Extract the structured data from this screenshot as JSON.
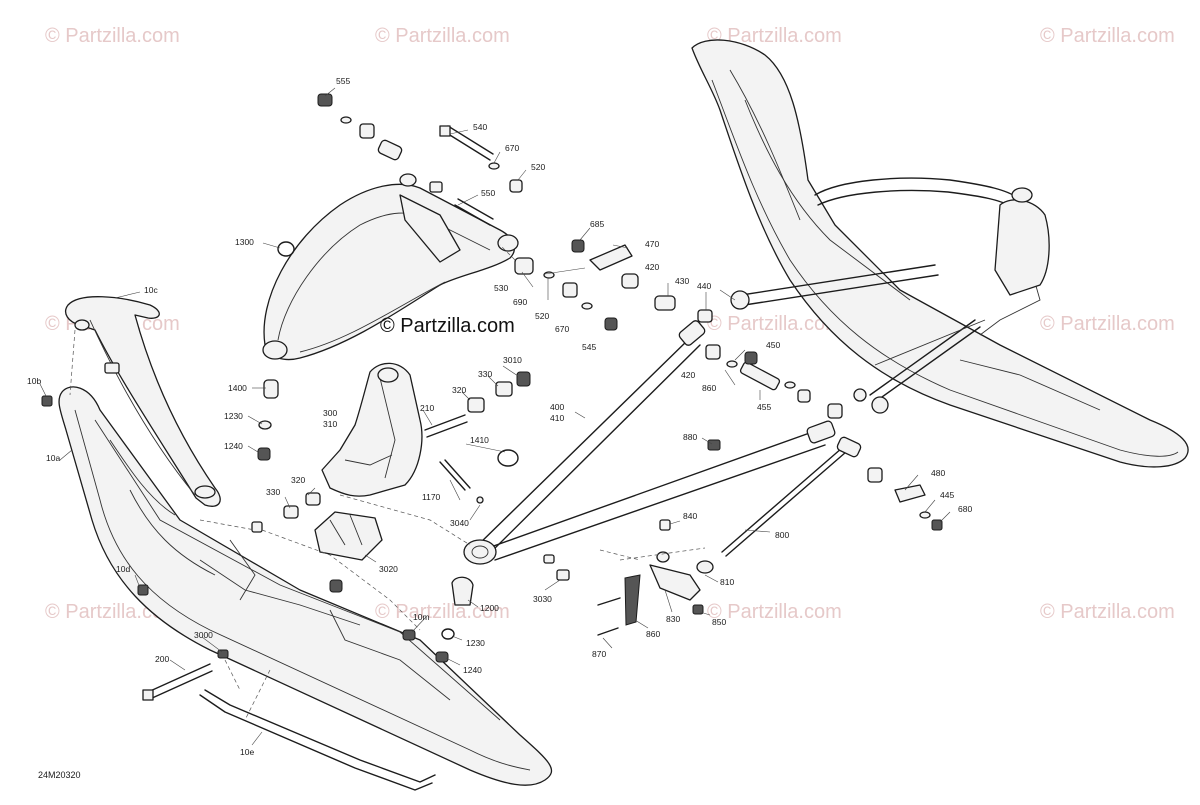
{
  "watermark": "© Partzilla.com",
  "diagram_code": "24M20320",
  "labels": [
    {
      "text": "555"
    },
    {
      "text": "540"
    },
    {
      "text": "670"
    },
    {
      "text": "520"
    },
    {
      "text": "550"
    },
    {
      "text": "1300"
    },
    {
      "text": "685"
    },
    {
      "text": "470"
    },
    {
      "text": "420"
    },
    {
      "text": "430"
    },
    {
      "text": "530"
    },
    {
      "text": "690"
    },
    {
      "text": "520"
    },
    {
      "text": "670"
    },
    {
      "text": "545"
    },
    {
      "text": "440"
    },
    {
      "text": "10c"
    },
    {
      "text": "10b"
    },
    {
      "text": "10a"
    },
    {
      "text": "1400"
    },
    {
      "text": "1230"
    },
    {
      "text": "1240"
    },
    {
      "text": "300"
    },
    {
      "text": "310"
    },
    {
      "text": "3010"
    },
    {
      "text": "330"
    },
    {
      "text": "320"
    },
    {
      "text": "210"
    },
    {
      "text": "400"
    },
    {
      "text": "410"
    },
    {
      "text": "450"
    },
    {
      "text": "420"
    },
    {
      "text": "860"
    },
    {
      "text": "455"
    },
    {
      "text": "1410"
    },
    {
      "text": "880"
    },
    {
      "text": "330"
    },
    {
      "text": "320"
    },
    {
      "text": "1170"
    },
    {
      "text": "3040"
    },
    {
      "text": "3020"
    },
    {
      "text": "480"
    },
    {
      "text": "445"
    },
    {
      "text": "680"
    },
    {
      "text": "840"
    },
    {
      "text": "800"
    },
    {
      "text": "10d"
    },
    {
      "text": "1200"
    },
    {
      "text": "3030"
    },
    {
      "text": "810"
    },
    {
      "text": "10m"
    },
    {
      "text": "830"
    },
    {
      "text": "850"
    },
    {
      "text": "3000"
    },
    {
      "text": "1230"
    },
    {
      "text": "860"
    },
    {
      "text": "200"
    },
    {
      "text": "1240"
    },
    {
      "text": "870"
    },
    {
      "text": "10e"
    }
  ]
}
